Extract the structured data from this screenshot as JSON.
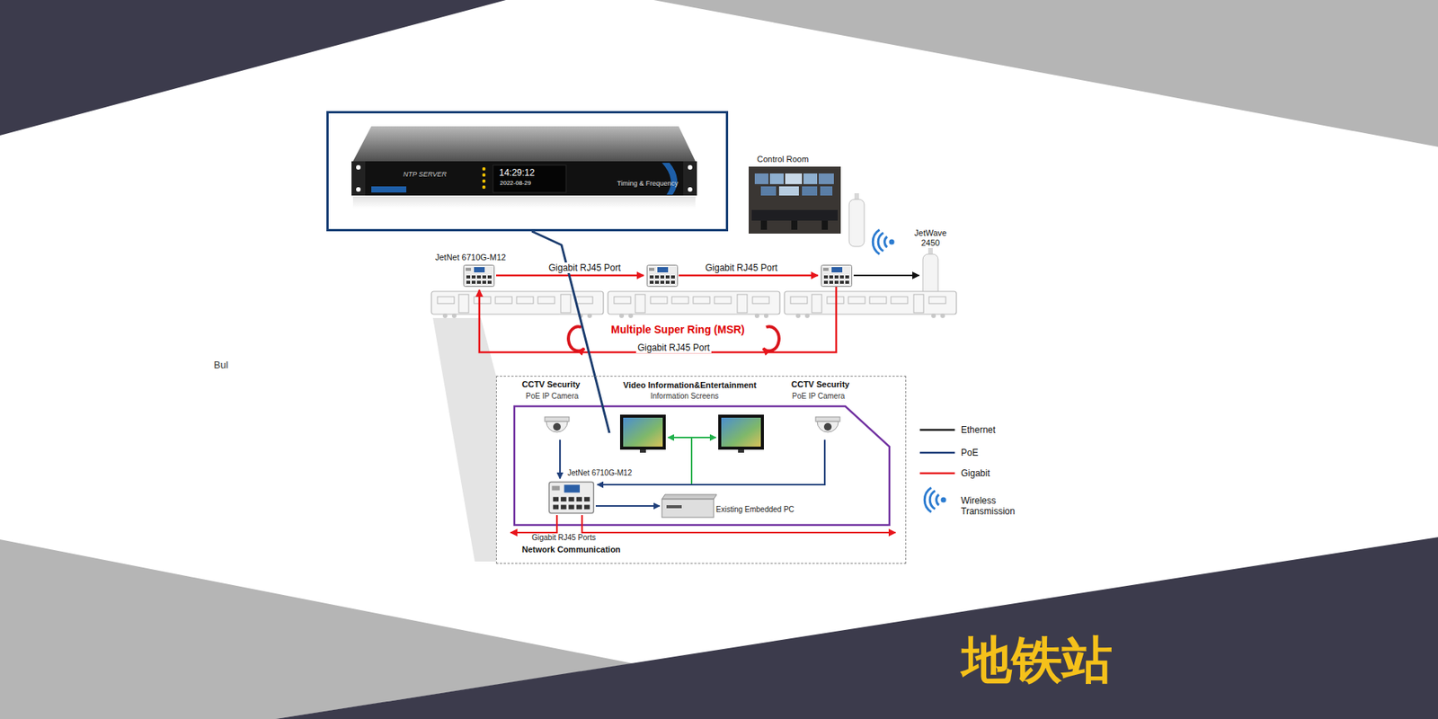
{
  "diagram": {
    "nodes": [
      {
        "text": [
          "NTP SERVER",
          "14:29:12",
          "2022-08-29",
          "Timing & Frequency"
        ]
      },
      {
        "text": [
          "Gigabit RJ45 Ports",
          "Network Communication"
        ]
      },
      {
        "text": [
          "Video Information&Entertainment",
          "Information Screens"
        ],
        "in": 1
      }
    ],
    "edges": [
      {
        "from": 0,
        "to": 2,
        "arrow": "none"
      }
    ],
    "labels": [
      "Control Room",
      "JetWave 2450",
      "JetNet 6710G-M12",
      "Gigabit RJ45 Port",
      "Gigabit RJ45 Port",
      "Multiple Super Ring (MSR)",
      "Gigabit RJ45 Port",
      "CCTV Security",
      "PoE IP Camera",
      "CCTV Security",
      "PoE IP Camera",
      "JetNet 6710G-M12",
      "Existing Embedded PC",
      "Bul",
      "地铁站"
    ],
    "legend": [
      {
        "text": "Ethernet"
      },
      {
        "text": "PoE"
      },
      {
        "text": "Gigabit"
      },
      {
        "text": "Wireless Transmission"
      }
    ]
  }
}
